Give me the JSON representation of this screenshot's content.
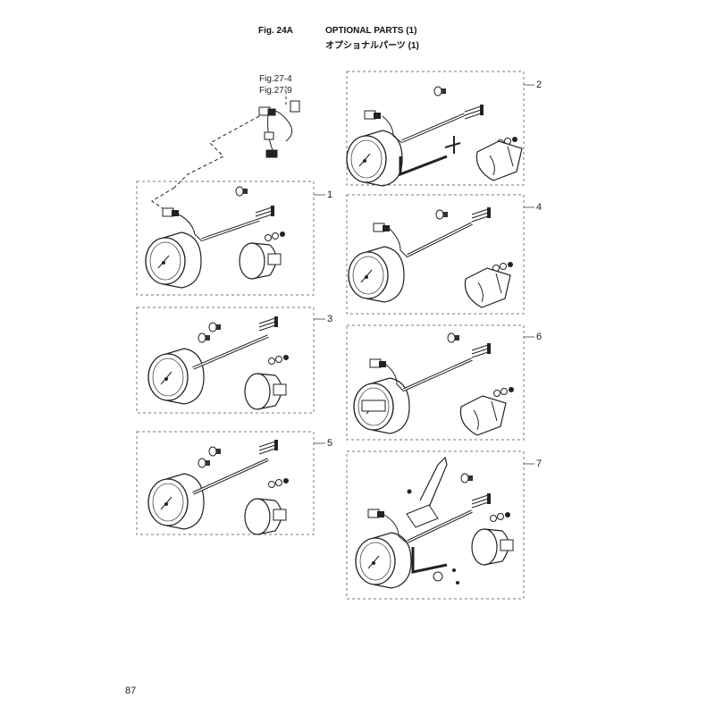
{
  "header": {
    "figure": "Fig. 24A",
    "title": "OPTIONAL PARTS (1)",
    "title_jp": "オプショナルパーツ (1)"
  },
  "references": [
    "Fig.27-4",
    "Fig.27-9"
  ],
  "callouts": [
    "1",
    "2",
    "3",
    "4",
    "5",
    "6",
    "7"
  ],
  "page_number": "87"
}
